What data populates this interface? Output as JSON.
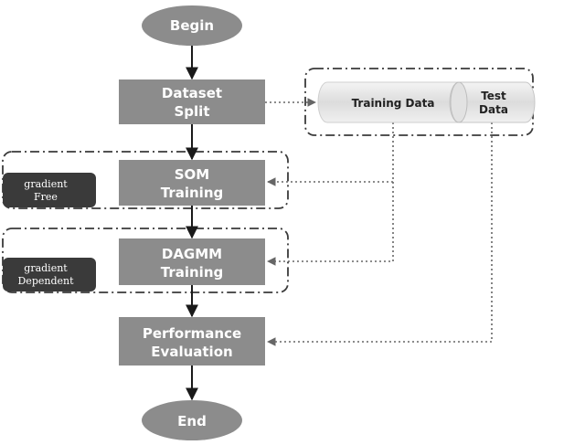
{
  "nodes": {
    "begin": "Begin",
    "dataset_split": [
      "Dataset",
      "Split"
    ],
    "som_training": [
      "SOM",
      "Training"
    ],
    "dagmm_training": [
      "DAGMM",
      "Training"
    ],
    "performance_evaluation": [
      "Performance",
      "Evaluation"
    ],
    "end": "End"
  },
  "badges": {
    "gradient_free": [
      "gradient",
      "Free"
    ],
    "gradient_dependent": [
      "gradient",
      "Dependent"
    ]
  },
  "data_store": {
    "training_data": "Training Data",
    "test_data": [
      "Test",
      "Data"
    ]
  },
  "colors": {
    "node_fill": "#8c8c8c",
    "badge_fill": "#3a3a3a",
    "arrow": "#1a1a1a",
    "dashed_border": "#3a3a3a",
    "data_fill": "#e6e6e6"
  }
}
